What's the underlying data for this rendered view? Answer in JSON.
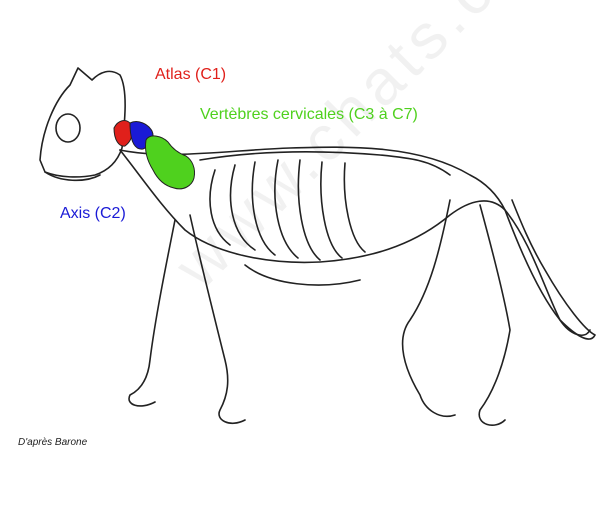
{
  "colors": {
    "atlas": "#e0201b",
    "axis": "#1a1ad6",
    "cervical": "#4fd11e",
    "line": "#222222"
  },
  "labels": {
    "atlas": "Atlas (C1)",
    "cervical": "Vertèbres cervicales (C3 à C7)",
    "axis": "Axis (C2)"
  },
  "credit": "D'après Barone",
  "watermark": "www.chats.com"
}
